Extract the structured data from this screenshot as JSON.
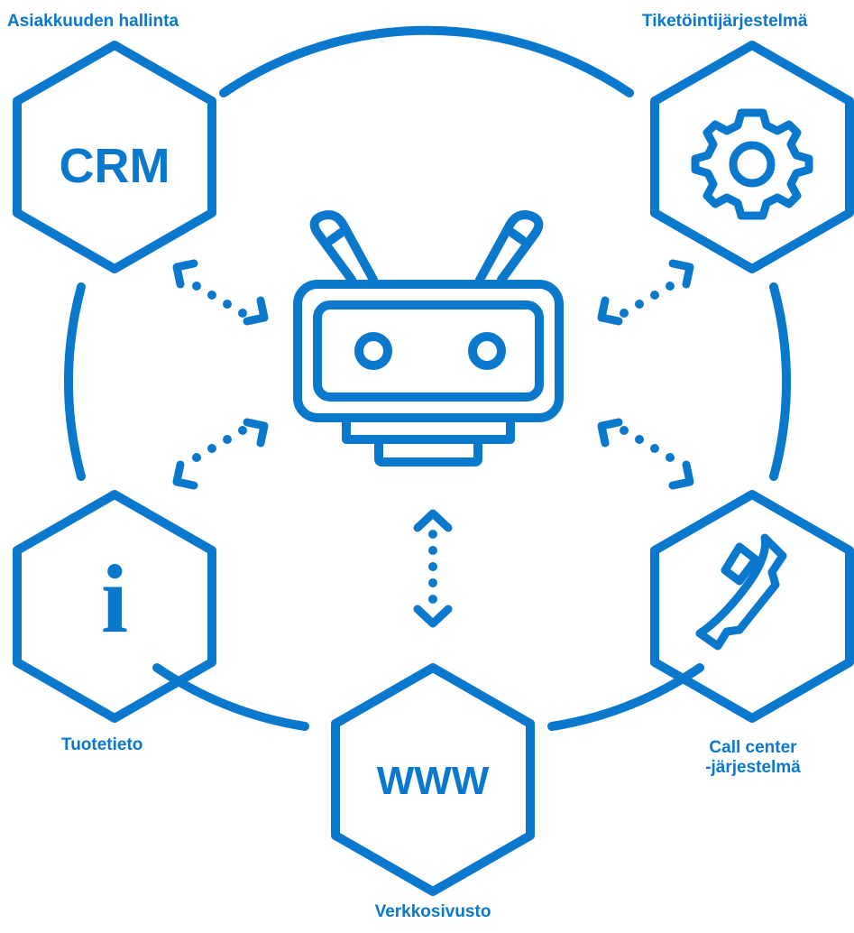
{
  "colors": {
    "primary": "#0a78cc",
    "background": "#ffffff"
  },
  "labels": {
    "crm": "Asiakkuuden hallinta",
    "ticketing": "Tiketöintijärjestelmä",
    "product_info": "Tuotetieto",
    "call_center_line1": "Call center",
    "call_center_line2": "-järjestelmä",
    "website": "Verkkosivusto"
  },
  "hexagons": {
    "crm_text": "CRM",
    "info_text": "i",
    "www_text": "WWW"
  },
  "icons": {
    "center": "robot-icon",
    "crm": "crm-text-icon",
    "ticketing": "gear-icon",
    "product_info": "info-icon",
    "call_center": "phone-handset-icon",
    "website": "www-text-icon",
    "connectors": "dotted-double-arrow-icon"
  }
}
